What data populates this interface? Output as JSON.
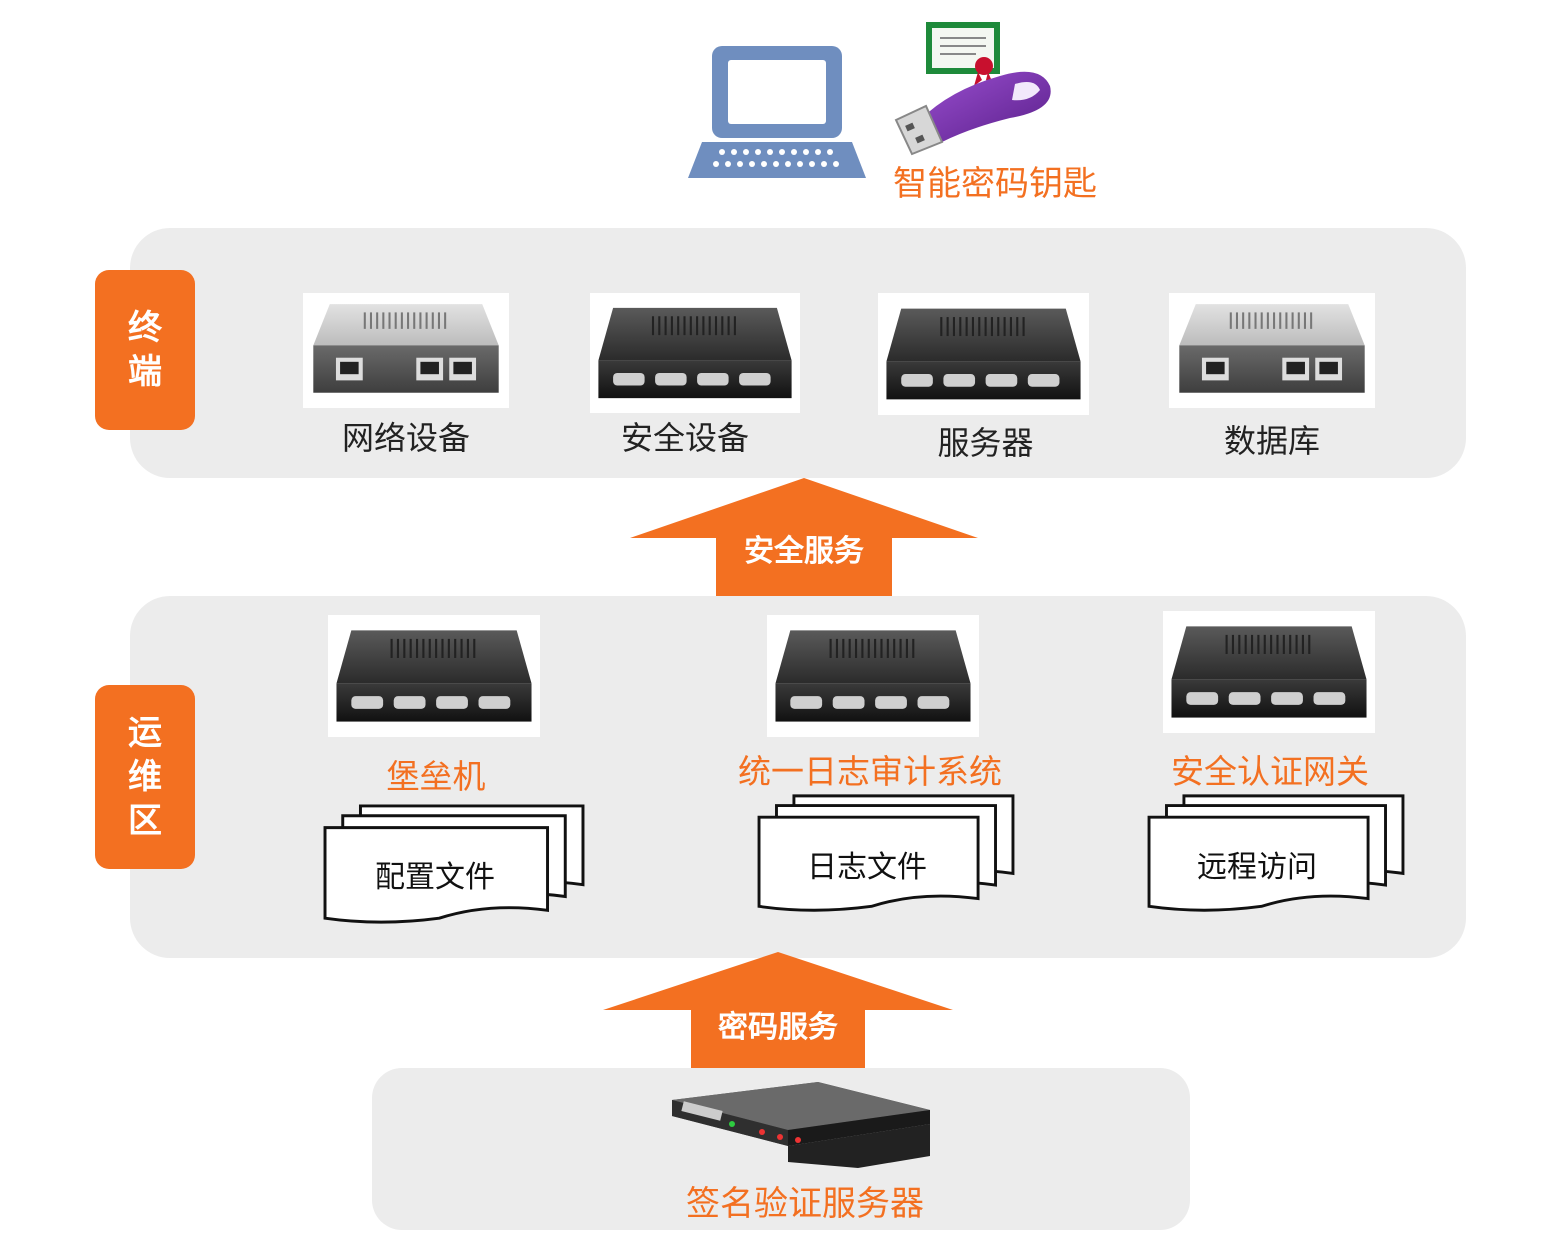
{
  "client": {
    "key_label": "智能密码钥匙"
  },
  "terminal_zone": {
    "tab_chars": [
      "终",
      "端"
    ],
    "devices": [
      {
        "label": "网络设备",
        "kind": "gateway"
      },
      {
        "label": "安全设备",
        "kind": "switch"
      },
      {
        "label": "服务器",
        "kind": "switch"
      },
      {
        "label": "数据库",
        "kind": "gateway"
      }
    ]
  },
  "arrow_top": {
    "label": "安全服务"
  },
  "ops_zone": {
    "tab_chars": [
      "运",
      "维",
      "区"
    ],
    "systems": [
      {
        "label": "堡垒机",
        "doc": "配置文件"
      },
      {
        "label": "统一日志审计系统",
        "doc": "日志文件"
      },
      {
        "label": "安全认证网关",
        "doc": "远程访问"
      }
    ]
  },
  "arrow_bottom": {
    "label": "密码服务"
  },
  "server_zone": {
    "label": "签名验证服务器"
  },
  "colors": {
    "accent": "#f37021",
    "zone_bg": "#ececec",
    "laptop": "#6f8ebf",
    "usb_key": "#7d33a8"
  }
}
